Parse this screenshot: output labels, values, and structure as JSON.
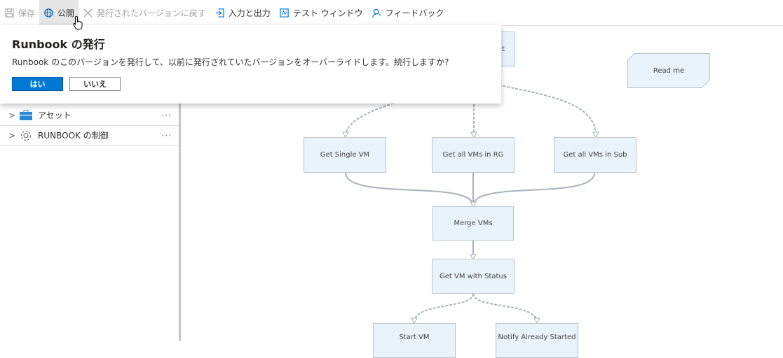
{
  "toolbar": {
    "save": "保存",
    "publish": "公開",
    "revert": "発行されたバージョンに戻す",
    "io": "入力と出力",
    "test": "テスト ウィンドウ",
    "feedback": "フィードバック"
  },
  "sidebar": {
    "items": [
      {
        "label": "アセット",
        "more": "···"
      },
      {
        "label": "RUNBOOK の制御",
        "more": "···"
      }
    ]
  },
  "dialog": {
    "title": "Runbook の発行",
    "message": "Runbook のこのバージョンを発行して、以前に発行されていたバージョンをオーバーライドします。続行しますか?",
    "yes": "はい",
    "no": "いいえ"
  },
  "canvas": {
    "nodes": {
      "top": "t",
      "readme": "Read me",
      "single": "Get Single VM",
      "rg": "Get all VMs in RG",
      "sub": "Get all VMs in Sub",
      "merge": "Merge VMs",
      "status": "Get VM with Status",
      "start": "Start VM",
      "notify": "Notify Already Started"
    }
  },
  "colors": {
    "accent": "#0078d4",
    "node_fill": "#e9f3fb"
  }
}
